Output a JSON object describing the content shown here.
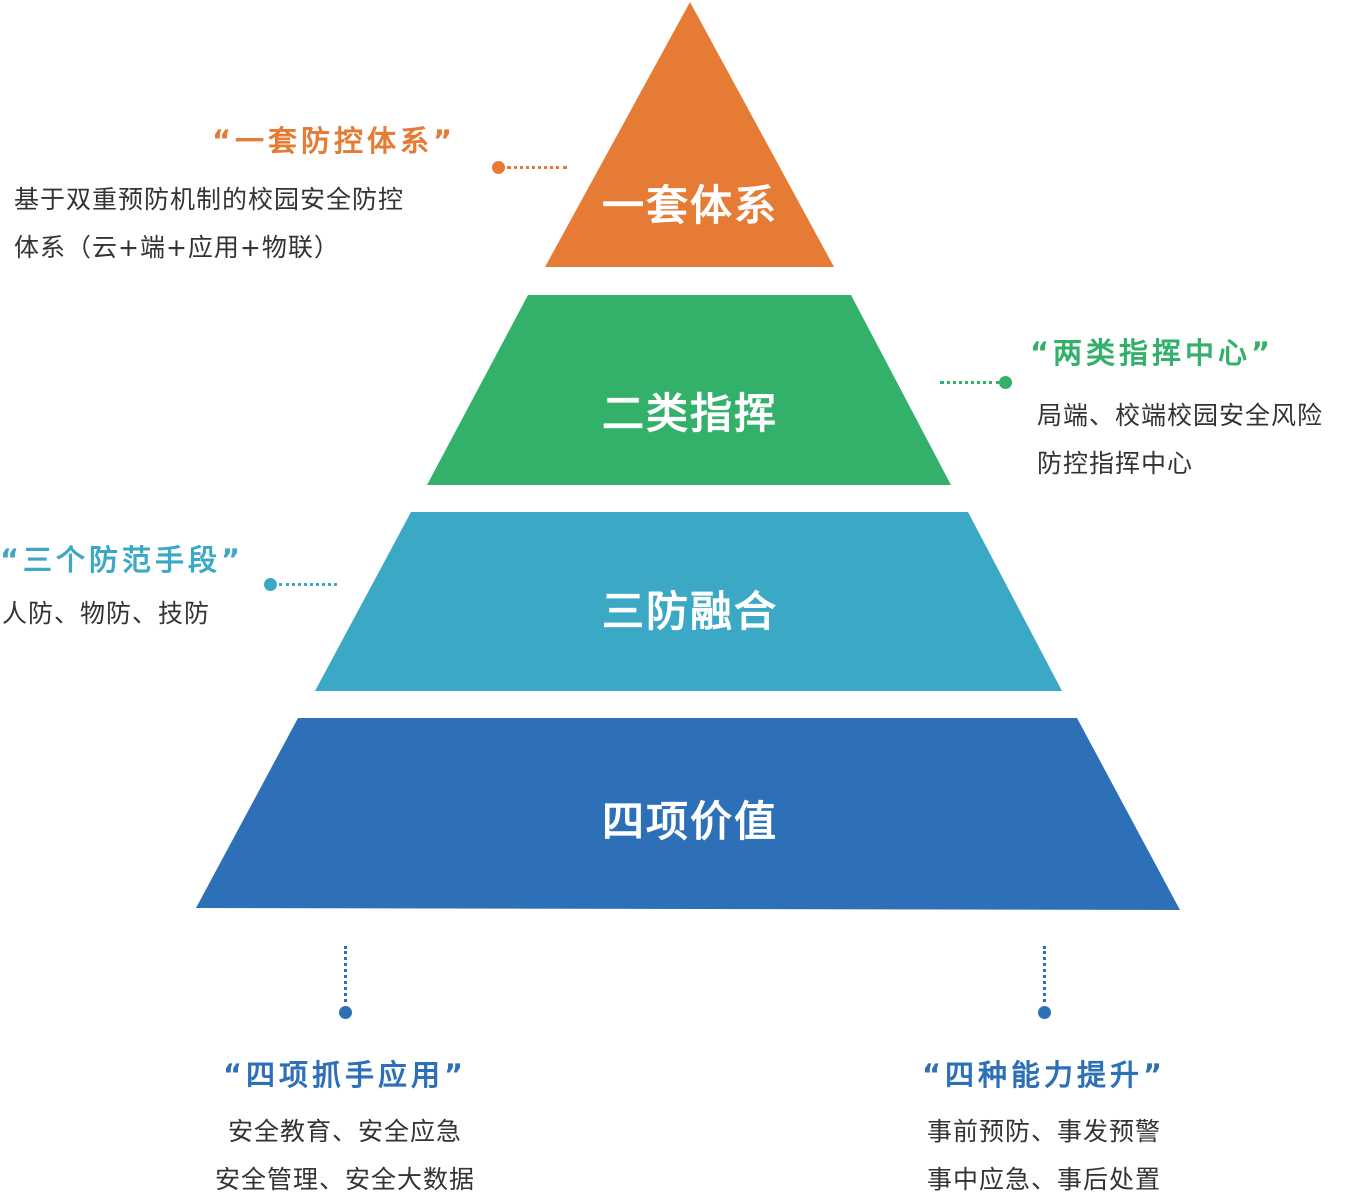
{
  "colors": {
    "tier1": "#E57B34",
    "tier2": "#33B06A",
    "tier3": "#3BA9C6",
    "tier4": "#2E70B7",
    "desc_text": "#333333"
  },
  "pyramid": {
    "tiers": [
      {
        "label": "一套体系"
      },
      {
        "label": "二类指挥"
      },
      {
        "label": "三防融合"
      },
      {
        "label": "四项价值"
      }
    ]
  },
  "callouts": {
    "one_system": {
      "title": "“一套防控体系”",
      "lines": [
        "基于双重预防机制的校园安全防控",
        "体系（云+端+应用+物联）"
      ]
    },
    "two_centers": {
      "title": "“两类指挥中心”",
      "lines": [
        "局端、校端校园安全风险",
        "防控指挥中心"
      ]
    },
    "three_means": {
      "title": "“三个防范手段”",
      "lines": [
        "人防、物防、技防"
      ]
    },
    "four_applications": {
      "title": "“四项抓手应用”",
      "lines": [
        "安全教育、安全应急",
        "安全管理、安全大数据"
      ]
    },
    "four_abilities": {
      "title": "“四种能力提升”",
      "lines": [
        "事前预防、事发预警",
        "事中应急、事后处置"
      ]
    }
  }
}
